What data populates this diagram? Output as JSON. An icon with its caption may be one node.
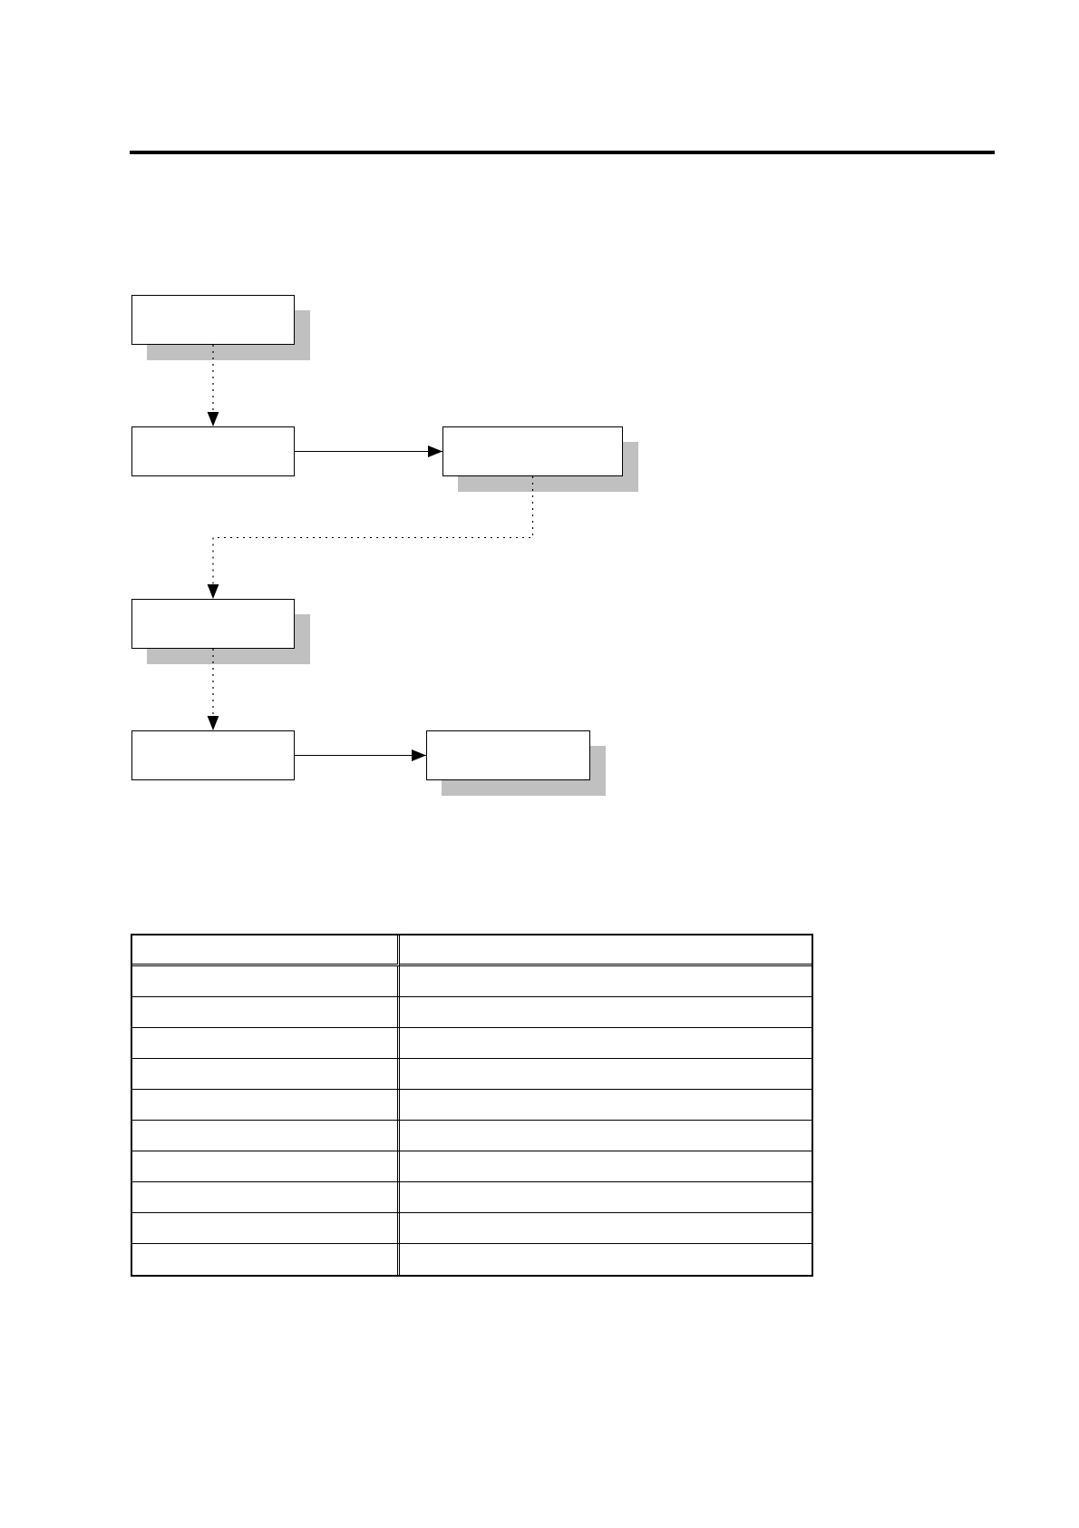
{
  "diagram": {
    "nodes": [
      {
        "text": [],
        "shape": "box"
      },
      {
        "text": [],
        "shape": "box"
      },
      {
        "text": [],
        "shape": "box"
      },
      {
        "text": [],
        "shape": "box"
      },
      {
        "text": [],
        "shape": "box"
      },
      {
        "text": [],
        "shape": "box"
      }
    ],
    "edges": [
      {
        "from": 0,
        "to": 1,
        "arrow": "to",
        "style": "dashed"
      },
      {
        "from": 1,
        "to": 2,
        "arrow": "to"
      },
      {
        "from": 2,
        "to": 3,
        "arrow": "to",
        "style": "dashed"
      },
      {
        "from": 3,
        "to": 4,
        "arrow": "to",
        "style": "dashed"
      },
      {
        "from": 4,
        "to": 5,
        "arrow": "to"
      }
    ]
  }
}
